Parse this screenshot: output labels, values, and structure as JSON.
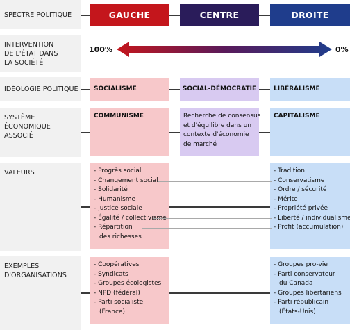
{
  "rows": {
    "spectre": "SPECTRE POLITIQUE",
    "intervention": [
      "INTERVENTION",
      "DE L'ÉTAT DANS",
      "LA SOCIÉTÉ"
    ],
    "ideologie": "IDÉOLOGIE POLITIQUE",
    "systeme": [
      "SYSTÈME",
      "ÉCONOMIQUE ASSOCIÉ"
    ],
    "valeurs": "VALEURS",
    "exemples": [
      "EXEMPLES",
      "D'ORGANISATIONS"
    ]
  },
  "headers": {
    "gauche": "GAUCHE",
    "centre": "CENTRE",
    "droite": "DROITE"
  },
  "colors": {
    "gauche": "#c4161c",
    "centre": "#2a1c5a",
    "droite": "#1f3d8c",
    "pink": "#f7c8ca",
    "purple": "#d8caf1",
    "blue": "#c8def7"
  },
  "intervention": {
    "left": "100%",
    "right": "0%"
  },
  "ideologie": {
    "gauche": "SOCIALISME",
    "centre": "SOCIAL-DÉMOCRATIE",
    "droite": "LIBÉRALISME"
  },
  "systeme": {
    "gauche": "COMMUNISME",
    "centre": [
      "Recherche de consensus",
      "et d'équilibre dans un",
      "contexte d'économie",
      "de marché"
    ],
    "droite": "CAPITALISME"
  },
  "valeurs": {
    "gauche": [
      "- Progrès social",
      "- Changement social",
      "- Solidarité",
      "- Humanisme",
      "- Justice sociale",
      "- Égalité / collectivisme",
      "- Répartition",
      "des richesses"
    ],
    "droite": [
      "- Tradition",
      "- Conservatisme",
      "- Ordre / sécurité",
      "- Mérite",
      "- Propriété privée",
      "- Liberté / individualisme",
      "- Profit (accumulation)"
    ]
  },
  "exemples": {
    "gauche": [
      "- Coopératives",
      "- Syndicats",
      "- Groupes écologistes",
      "- NPD (fédéral)",
      "- Parti socialiste",
      "(France)"
    ],
    "droite": [
      "- Groupes pro-vie",
      "- Parti conservateur",
      "du Canada",
      "- Groupes libertariens",
      "- Parti républicain",
      "(États-Unis)"
    ]
  }
}
